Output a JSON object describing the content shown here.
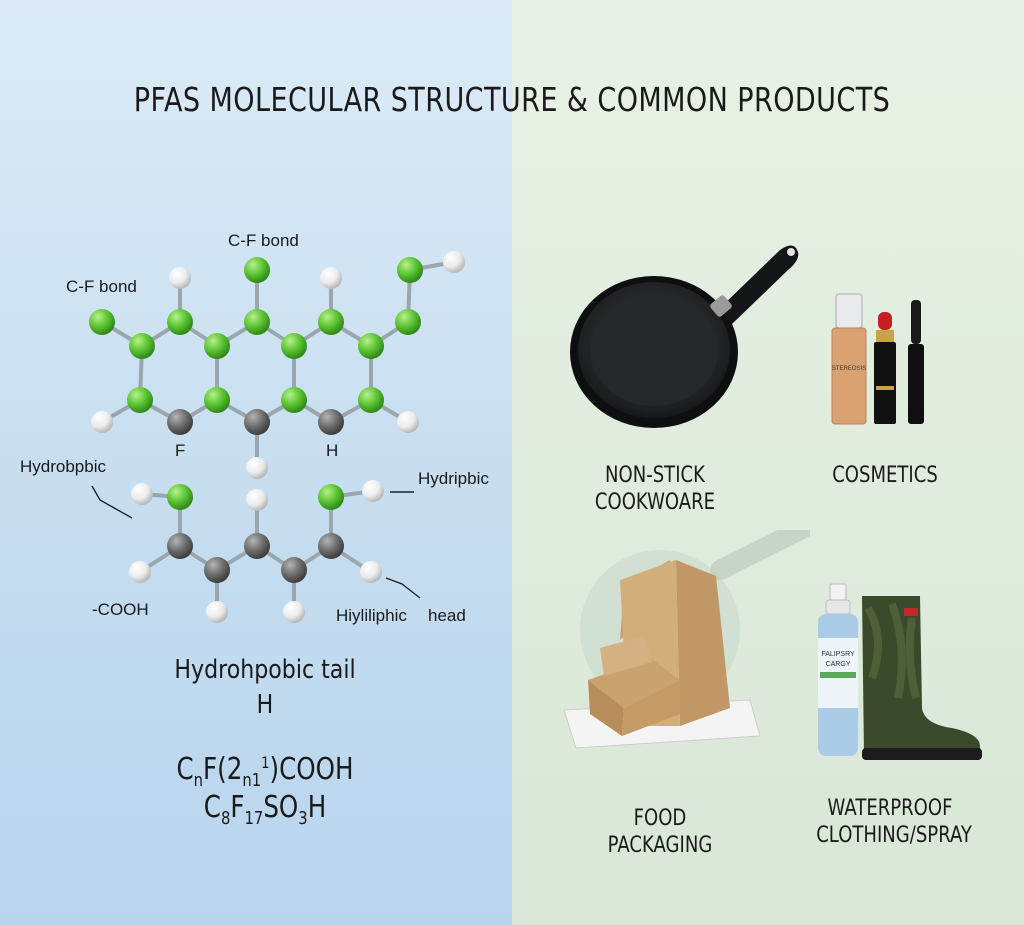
{
  "title": "PFAS MOLECULAR STRUCTURE & COMMON PRODUCTS",
  "colors": {
    "left_panel": "#c9dff2",
    "right_panel": "#e1ecdd",
    "fluorine_atom": "#5cc433",
    "carbon_atom": "#6e6e6e",
    "hydrogen_atom": "#ececec"
  },
  "molecule": {
    "labels": {
      "cf_bond_top": "C-F bond",
      "cf_bond_left": "C-F bond",
      "f": "F",
      "h": "H",
      "hydrophobic_left": "Hydrobpbic",
      "hydrophilic_right": "Hydripbic",
      "cooh": "-COOH",
      "hydrophilic_bottom": "Hiyliliphic",
      "head": "head"
    },
    "tail_label": "Hydrohpobic tail",
    "tail_sub": "H",
    "formula_1_a": "C",
    "formula_1_b": "n",
    "formula_1_c": "F(2",
    "formula_1_d": "n1",
    "formula_1_e": "1",
    "formula_1_f": ")COOH",
    "formula_2_a": "C",
    "formula_2_b": "8",
    "formula_2_c": "F",
    "formula_2_d": "17",
    "formula_2_e": "SO",
    "formula_2_f": "3",
    "formula_2_g": "H"
  },
  "products": [
    {
      "id": "cookware",
      "line1": "NON-STICK",
      "line2": "COOKWOARE",
      "icon": "frying-pan-icon"
    },
    {
      "id": "cosmetics",
      "line1": "COSMETICS",
      "line2": "",
      "icon": "cosmetics-icon"
    },
    {
      "id": "packaging",
      "line1": "FOOD PACKAGING",
      "line2": "",
      "icon": "food-packaging-icon"
    },
    {
      "id": "waterproof",
      "line1": "WATERPROOF",
      "line2": "CLOTHING/SPRAY",
      "icon": "waterproof-boot-spray-icon"
    }
  ],
  "product_text": {
    "foundation_label": "STEREOSIS",
    "spray_line1": "FALIPSRY",
    "spray_line2": "CARGY"
  }
}
